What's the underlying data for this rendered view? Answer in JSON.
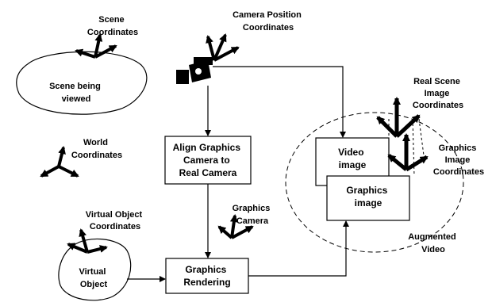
{
  "labels": {
    "scene_coordinates": [
      "Scene",
      "Coordinates"
    ],
    "scene_being_viewed": [
      "Scene being",
      "viewed"
    ],
    "world_coordinates": [
      "World",
      "Coordinates"
    ],
    "virtual_object_coordinates": [
      "Virtual Object",
      "Coordinates"
    ],
    "virtual_object": [
      "Virtual",
      "Object"
    ],
    "camera_position_coordinates": [
      "Camera Position",
      "Coordinates"
    ],
    "align_box": [
      "Align Graphics",
      "Camera to",
      "Real Camera"
    ],
    "graphics_camera": [
      "Graphics",
      "Camera"
    ],
    "graphics_rendering": [
      "Graphics",
      "Rendering"
    ],
    "video_image": [
      "Video",
      "image"
    ],
    "graphics_image": [
      "Graphics",
      "image"
    ],
    "real_scene_image_coordinates": [
      "Real Scene",
      "Image",
      "Coordinates"
    ],
    "graphics_image_coordinates": [
      "Graphics",
      "Image",
      "Coordinates"
    ],
    "augmented_video": [
      "Augmented",
      "Video"
    ]
  },
  "colors": {
    "stroke": "#000000",
    "fill": "#ffffff",
    "text": "#000000"
  }
}
